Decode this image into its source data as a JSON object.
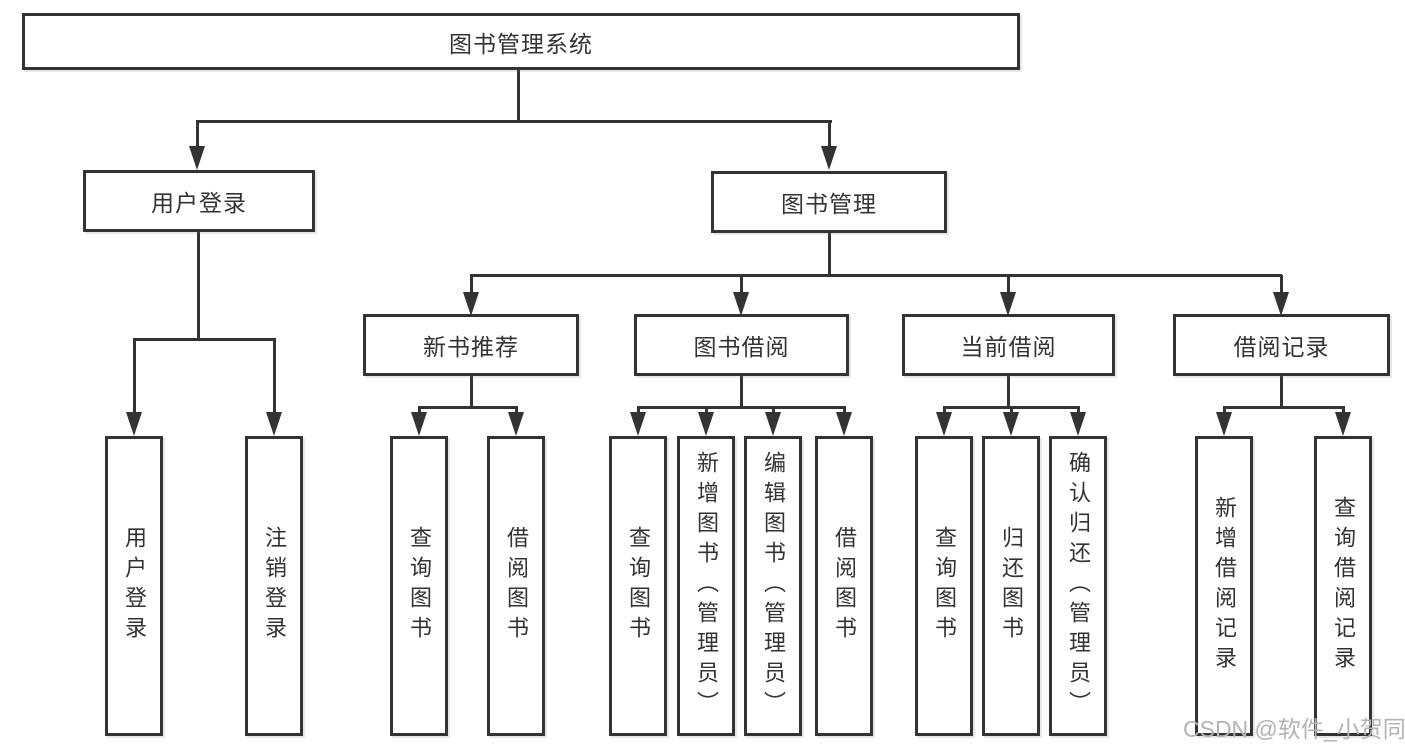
{
  "tree": {
    "root": {
      "label": "图书管理系统",
      "children": [
        {
          "label": "用户登录",
          "children": [
            {
              "label": "用户登录"
            },
            {
              "label": "注销登录"
            }
          ]
        },
        {
          "label": "图书管理",
          "children": [
            {
              "label": "新书推荐",
              "children": [
                {
                  "label": "查询图书"
                },
                {
                  "label": "借阅图书"
                }
              ]
            },
            {
              "label": "图书借阅",
              "children": [
                {
                  "label": "查询图书"
                },
                {
                  "label": "新增图书（管理员）"
                },
                {
                  "label": "编辑图书（管理员）"
                },
                {
                  "label": "借阅图书"
                }
              ]
            },
            {
              "label": "当前借阅",
              "children": [
                {
                  "label": "查询图书"
                },
                {
                  "label": "归还图书"
                },
                {
                  "label": "确认归还（管理员）"
                }
              ]
            },
            {
              "label": "借阅记录",
              "children": [
                {
                  "label": "新增借阅记录"
                },
                {
                  "label": "查询借阅记录"
                }
              ]
            }
          ]
        }
      ]
    }
  },
  "watermark": {
    "text": "CSDN @软件_小贺同学"
  },
  "colors": {
    "line": "#333333",
    "text": "#333333",
    "background": "#ffffff",
    "watermark": "#b3b3b3"
  }
}
